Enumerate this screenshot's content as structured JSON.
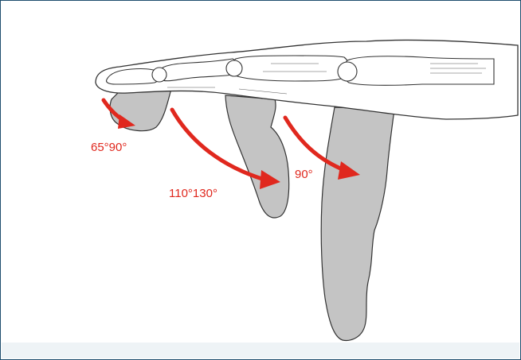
{
  "diagram": {
    "labels": {
      "dip_range": "65°90°",
      "pip_range": "110°130°",
      "mcp_range": "90°"
    },
    "colors": {
      "arrow": "#e0281e",
      "flexed_finger": "#c4c4c4",
      "frame_border": "#1f4e6e"
    }
  }
}
